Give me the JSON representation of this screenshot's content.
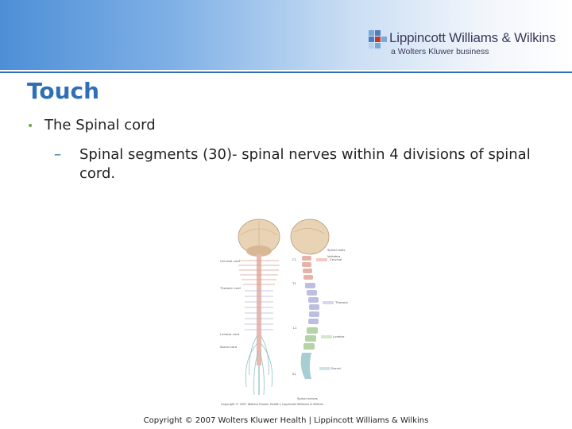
{
  "header": {
    "logo_name": "Lippincott Williams & Wilkins",
    "logo_tagline": "a Wolters Kluwer business",
    "colors": {
      "band_start": "#4d8fd6",
      "rule": "#2d6fb8"
    }
  },
  "slide": {
    "title": "Touch",
    "bullet": "The Spinal cord",
    "subbullet": "Spinal segments (30)- spinal nerves within 4 divisions of spinal cord.",
    "title_color": "#2f6fb5",
    "bullet_color": "#6aa84f"
  },
  "figure": {
    "left_labels": [
      "Cervical cord",
      "Thoracic cord",
      "Lumbar cord",
      "Sacral cord"
    ],
    "right_labels": [
      "Spinal roots",
      "Vertebra",
      "Cervical",
      "Thoracic",
      "Lumbar",
      "Sacral"
    ],
    "vertebra_marks": [
      "C1",
      "T1",
      "L1",
      "S1"
    ],
    "bottom_label": "Spinal nerves",
    "credit": "Copyright © 2007 Wolters Kluwer Health | Lippincott Williams & Wilkins"
  },
  "footer": {
    "copyright": "Copyright © 2007 Wolters Kluwer Health | Lippincott Williams & Wilkins"
  }
}
